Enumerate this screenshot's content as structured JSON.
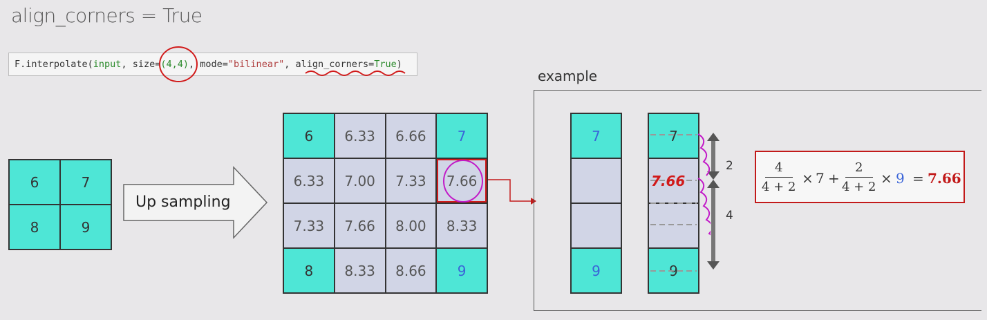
{
  "title": "align_corners = True",
  "code": {
    "func": "F.interpolate(",
    "arg_input": "input",
    "sep1": ", size=",
    "size_open": "(",
    "size_val": "4,4",
    "size_close": ")",
    "sep2": ", mode=",
    "mode_val": "\"bilinear\"",
    "sep3": ", align_corners=",
    "ac_val": "True",
    "close": ")"
  },
  "input_grid": {
    "cells": [
      {
        "value": "6",
        "type": "teal"
      },
      {
        "value": "7",
        "type": "teal"
      },
      {
        "value": "8",
        "type": "teal"
      },
      {
        "value": "9",
        "type": "teal"
      }
    ]
  },
  "upsample_label": "Up sampling",
  "output_grid": {
    "cells": [
      {
        "value": "6",
        "type": "teal"
      },
      {
        "value": "6.33",
        "type": "grey"
      },
      {
        "value": "6.66",
        "type": "grey"
      },
      {
        "value": "7",
        "type": "teal",
        "accent": "blue"
      },
      {
        "value": "6.33",
        "type": "grey"
      },
      {
        "value": "7.00",
        "type": "grey"
      },
      {
        "value": "7.33",
        "type": "grey"
      },
      {
        "value": "7.66",
        "type": "grey",
        "highlight": true
      },
      {
        "value": "7.33",
        "type": "grey"
      },
      {
        "value": "7.66",
        "type": "grey"
      },
      {
        "value": "8.00",
        "type": "grey"
      },
      {
        "value": "8.33",
        "type": "grey"
      },
      {
        "value": "8",
        "type": "teal"
      },
      {
        "value": "8.33",
        "type": "grey"
      },
      {
        "value": "8.66",
        "type": "grey"
      },
      {
        "value": "9",
        "type": "teal",
        "accent": "blue"
      }
    ]
  },
  "example": {
    "label": "example",
    "col_a": [
      {
        "value": "7",
        "type": "teal",
        "accent": "blue"
      },
      {
        "value": "",
        "type": "grey"
      },
      {
        "value": "",
        "type": "grey"
      },
      {
        "value": "9",
        "type": "teal",
        "accent": "blue"
      }
    ],
    "col_b": [
      {
        "value": "7",
        "type": "teal"
      },
      {
        "value": "",
        "type": "grey"
      },
      {
        "value": "",
        "type": "grey"
      },
      {
        "value": "9",
        "type": "teal"
      }
    ],
    "annot_2": "2",
    "annot_4": "4",
    "annot_val": "7.66"
  },
  "formula": {
    "num1": "4",
    "den1": "4 + 2",
    "times1": "×",
    "v1": "7",
    "plus": "+",
    "num2": "2",
    "den2": "4 + 2",
    "times2": "×",
    "v2": "9",
    "eq": "=",
    "result": "7.66"
  },
  "colors": {
    "teal": "#4ee6d6",
    "grey_cell": "#d1d5e6",
    "annotation_red": "#d11a1a",
    "annotation_magenta": "#c21ac8",
    "accent_blue": "#3a64d8"
  }
}
